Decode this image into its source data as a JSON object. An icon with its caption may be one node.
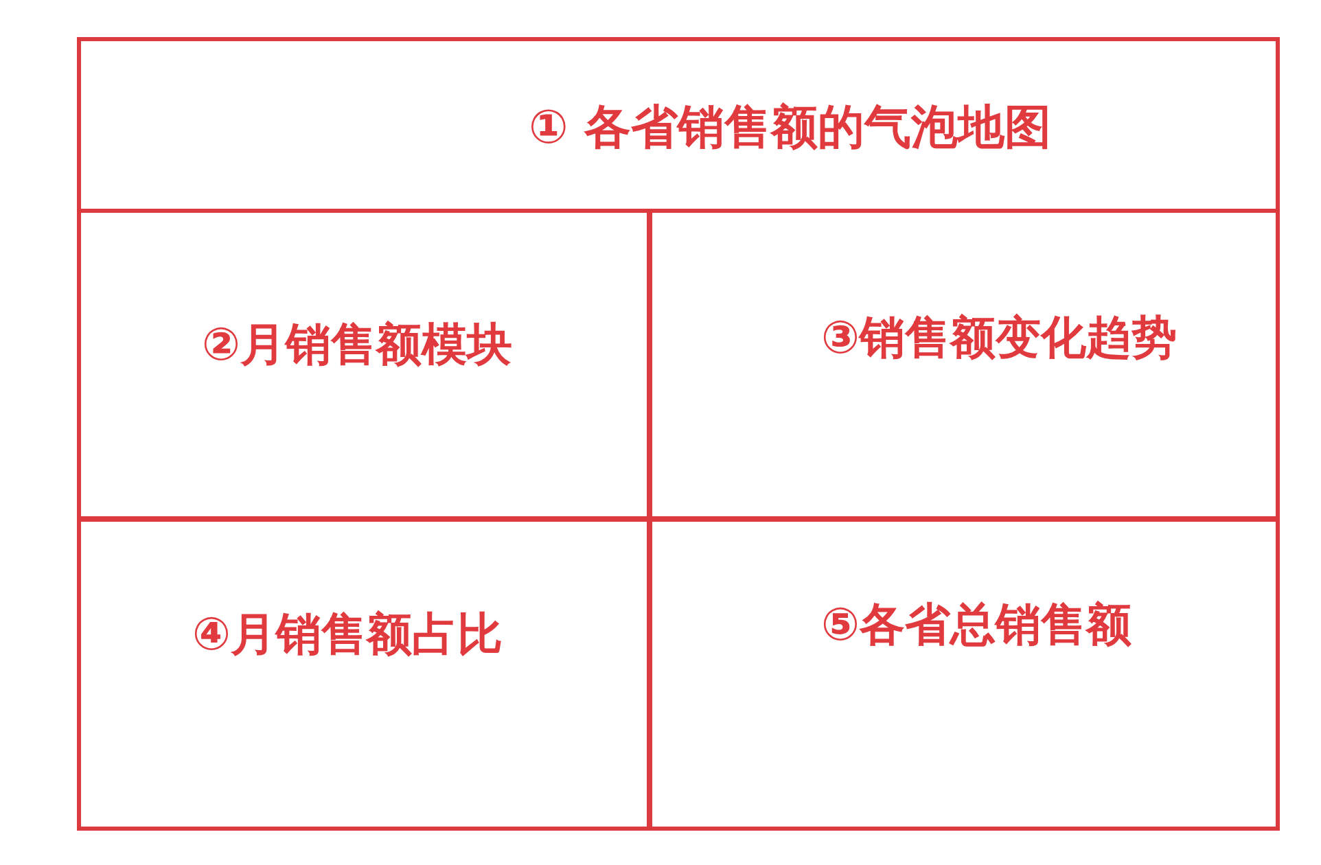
{
  "diagram": {
    "nodes": [
      {
        "text": [
          "① 各省销售额的气泡地图"
        ]
      },
      {
        "text": [
          "②月销售额模块"
        ]
      },
      {
        "text": [
          "③销售额变化趋势"
        ]
      },
      {
        "text": [
          "④月销售额占比"
        ]
      },
      {
        "text": [
          "⑤各省总销售额"
        ]
      }
    ]
  }
}
